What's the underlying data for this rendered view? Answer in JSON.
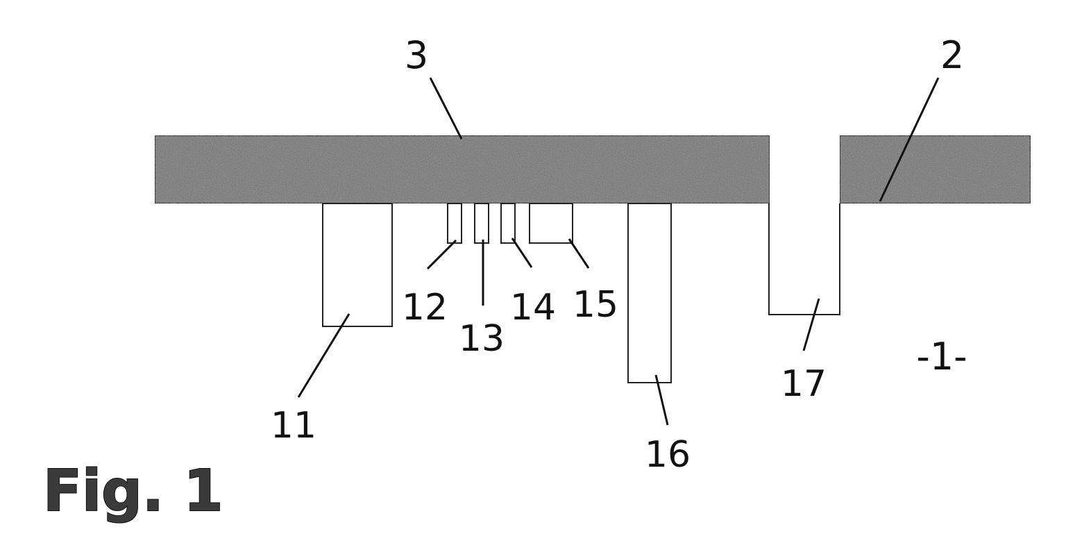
{
  "figure": {
    "title": "Fig. 1",
    "substrate_label": "-1-",
    "layer_top_label": "3",
    "layer_right_label": "2",
    "regions": [
      {
        "id": "11",
        "label": "11"
      },
      {
        "id": "12",
        "label": "12"
      },
      {
        "id": "13",
        "label": "13"
      },
      {
        "id": "14",
        "label": "14"
      },
      {
        "id": "15",
        "label": "15"
      },
      {
        "id": "16",
        "label": "16"
      },
      {
        "id": "17",
        "label": "17"
      }
    ]
  },
  "colors": {
    "layer_fill": "#8c8c8c",
    "line": "#222222",
    "background": "#ffffff"
  }
}
